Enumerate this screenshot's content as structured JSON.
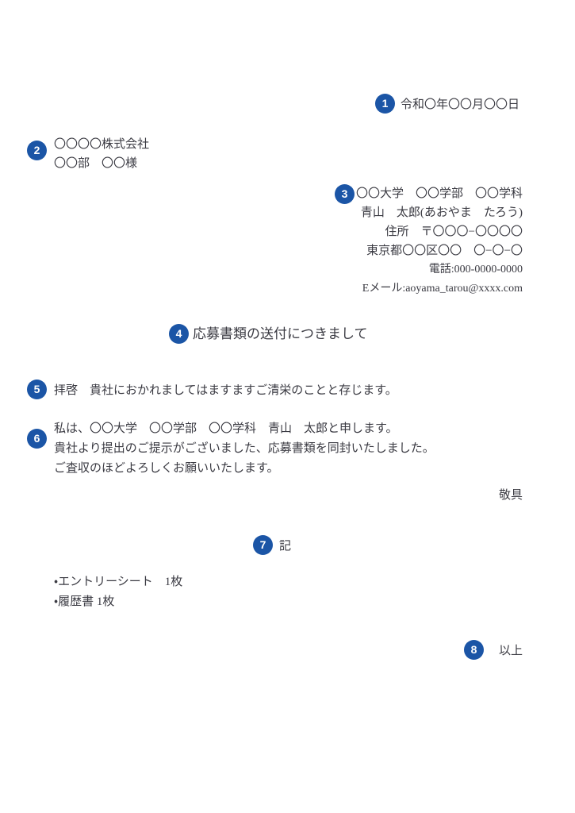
{
  "document": {
    "type": "japanese-business-letter",
    "title": "応募書類の送付につきまして",
    "background_color": "#ffffff",
    "text_color": "#3a3a42",
    "badge_color": "#1b55a6",
    "badge_text_color": "#ffffff"
  },
  "badges": {
    "b1": "1",
    "b2": "2",
    "b3": "3",
    "b4": "4",
    "b5": "5",
    "b6": "6",
    "b7": "7",
    "b8": "8"
  },
  "date": {
    "text": "令和〇年〇〇月〇〇日"
  },
  "recipient": {
    "company": "〇〇〇〇株式会社",
    "department_person": "〇〇部　〇〇様"
  },
  "sender": {
    "affiliation": "〇〇大学　〇〇学部　〇〇学科",
    "name": "青山　太郎(あおやま　たろう)",
    "postal": "住所　〒〇〇〇−〇〇〇〇",
    "address": "東京都〇〇区〇〇　〇−〇−〇",
    "phone": "電話:000-0000-0000",
    "email": "Eメール:aoyama_tarou@xxxx.com"
  },
  "title": {
    "text": "応募書類の送付につきまして"
  },
  "greeting": {
    "text": "拝啓　貴社におかれましてはますますご清栄のことと存じます。"
  },
  "body": {
    "lines": [
      "私は、〇〇大学　〇〇学部　〇〇学科　青山　太郎と申します。",
      "貴社より提出のご提示がございました、応募書類を同封いたしました。",
      "ご査収のほどよろしくお願いいたします。"
    ]
  },
  "closing": {
    "text": "敬具"
  },
  "ki": {
    "text": "記"
  },
  "enclosures": {
    "items": [
      "・エントリーシート　1枚",
      "・履歴書 1枚"
    ]
  },
  "final": {
    "text": "以上"
  }
}
